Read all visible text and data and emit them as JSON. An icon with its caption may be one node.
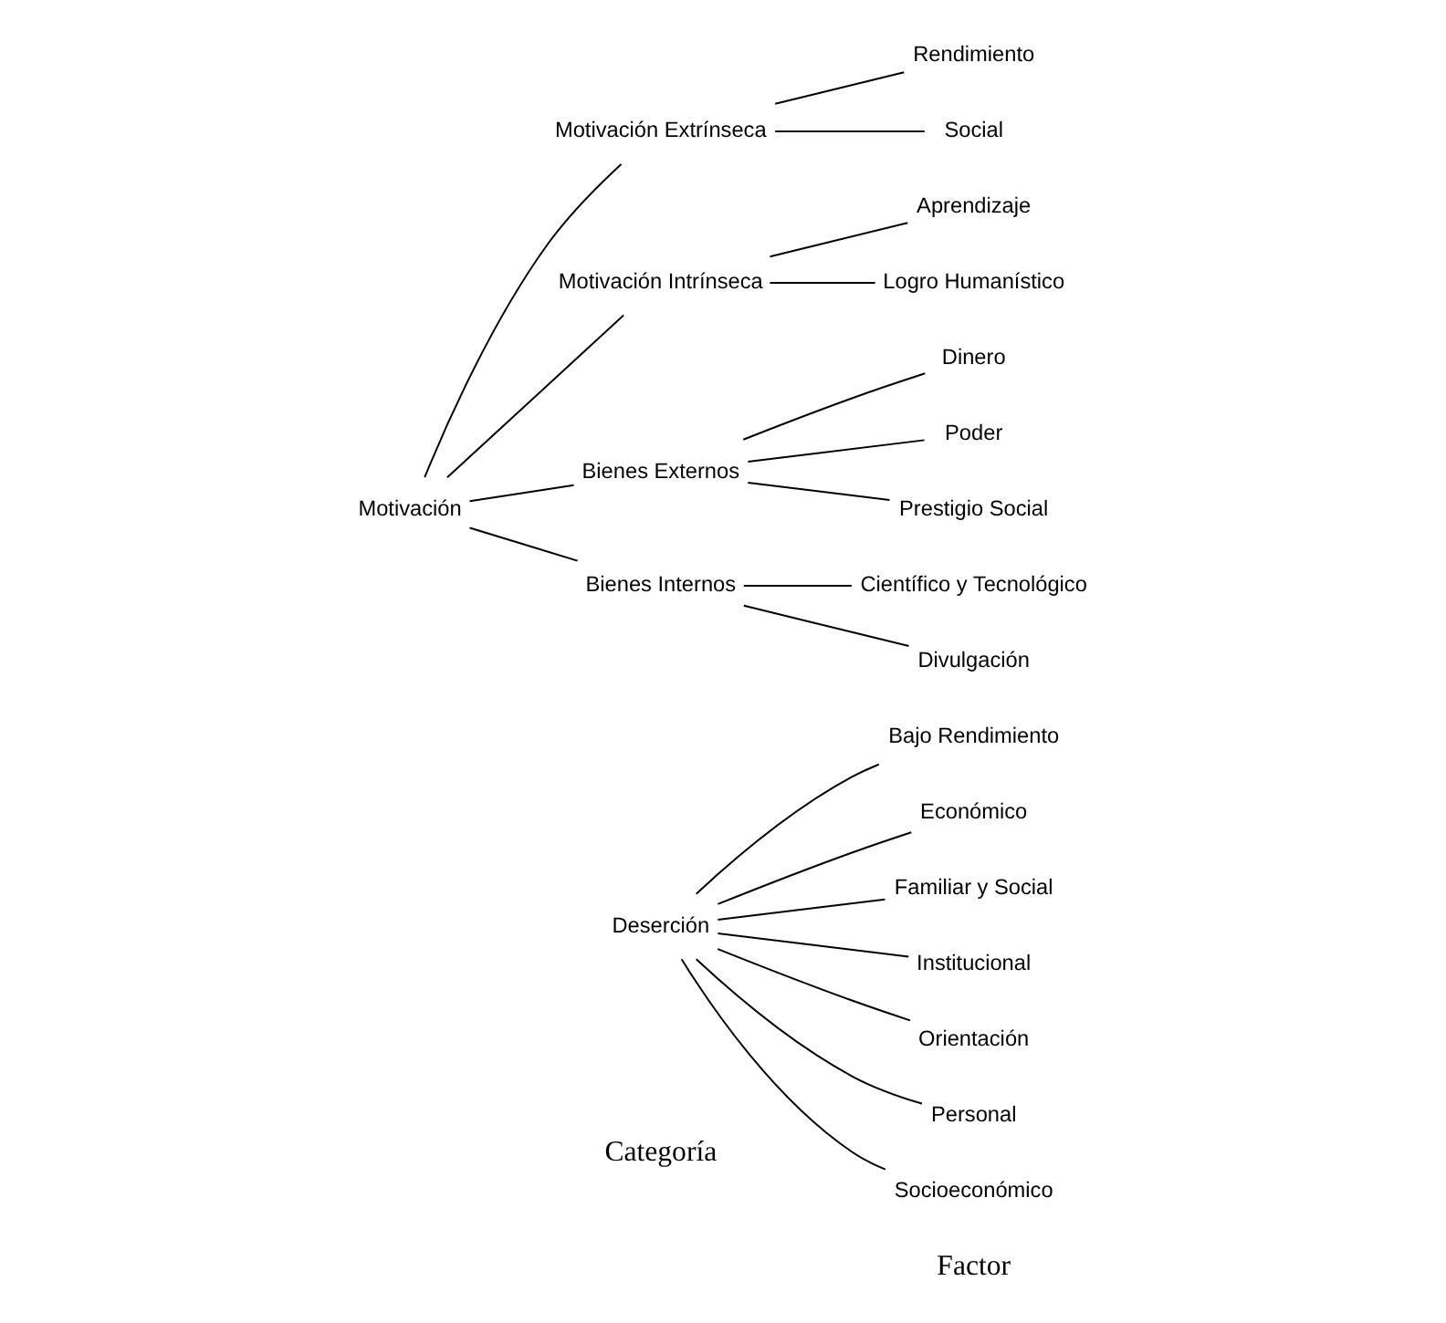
{
  "diagram": {
    "nodes": [
      {
        "text": [
          "Motivación"
        ]
      },
      {
        "text": [
          "Motivación Extrínseca"
        ]
      },
      {
        "text": [
          "Rendimiento"
        ]
      },
      {
        "text": [
          "Social"
        ]
      },
      {
        "text": [
          "Motivación Intrínseca"
        ]
      },
      {
        "text": [
          "Aprendizaje"
        ]
      },
      {
        "text": [
          "Logro Humanístico"
        ]
      },
      {
        "text": [
          "Bienes Externos"
        ]
      },
      {
        "text": [
          "Dinero"
        ]
      },
      {
        "text": [
          "Poder"
        ]
      },
      {
        "text": [
          "Prestigio Social"
        ]
      },
      {
        "text": [
          "Bienes Internos"
        ]
      },
      {
        "text": [
          "Científico y Tecnológico"
        ]
      },
      {
        "text": [
          "Divulgación"
        ]
      },
      {
        "text": [
          "Deserción"
        ]
      },
      {
        "text": [
          "Bajo Rendimiento"
        ]
      },
      {
        "text": [
          "Económico"
        ]
      },
      {
        "text": [
          "Familiar y Social"
        ]
      },
      {
        "text": [
          "Institucional"
        ]
      },
      {
        "text": [
          "Orientación"
        ]
      },
      {
        "text": [
          "Personal"
        ]
      },
      {
        "text": [
          "Socioeconómico"
        ]
      }
    ],
    "edges": [
      {
        "from": 0,
        "to": 1,
        "arrow": "none"
      },
      {
        "from": 0,
        "to": 4,
        "arrow": "none"
      },
      {
        "from": 0,
        "to": 7,
        "arrow": "none"
      },
      {
        "from": 0,
        "to": 11,
        "arrow": "none"
      },
      {
        "from": 1,
        "to": 2,
        "arrow": "none"
      },
      {
        "from": 1,
        "to": 3,
        "arrow": "none"
      },
      {
        "from": 4,
        "to": 5,
        "arrow": "none"
      },
      {
        "from": 4,
        "to": 6,
        "arrow": "none"
      },
      {
        "from": 7,
        "to": 8,
        "arrow": "none"
      },
      {
        "from": 7,
        "to": 9,
        "arrow": "none"
      },
      {
        "from": 7,
        "to": 10,
        "arrow": "none"
      },
      {
        "from": 11,
        "to": 12,
        "arrow": "none"
      },
      {
        "from": 11,
        "to": 13,
        "arrow": "none"
      },
      {
        "from": 14,
        "to": 15,
        "arrow": "none"
      },
      {
        "from": 14,
        "to": 16,
        "arrow": "none"
      },
      {
        "from": 14,
        "to": 17,
        "arrow": "none"
      },
      {
        "from": 14,
        "to": 18,
        "arrow": "none"
      },
      {
        "from": 14,
        "to": 19,
        "arrow": "none"
      },
      {
        "from": 14,
        "to": 20,
        "arrow": "none"
      },
      {
        "from": 14,
        "to": 21,
        "arrow": "none"
      }
    ],
    "labels": [
      "Categoría",
      "Factor"
    ]
  }
}
